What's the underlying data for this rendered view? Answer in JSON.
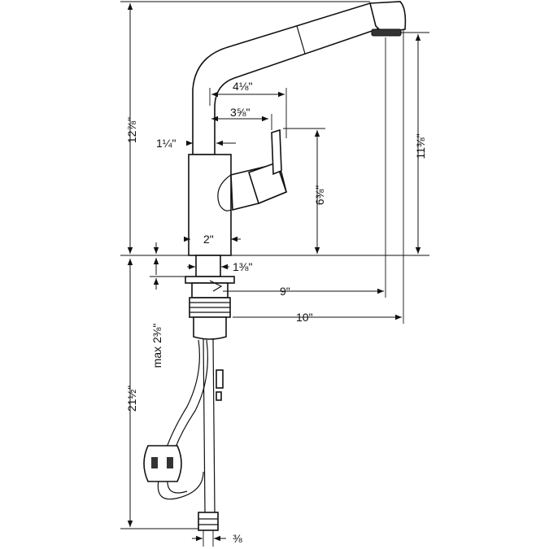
{
  "dimensions": {
    "overall_height": "12⅞\"",
    "spout_height": "11⅜\"",
    "handle_reach_outer": "4⅛\"",
    "handle_reach_inner": "3⅝\"",
    "body_offset": "1¼\"",
    "handle_height": "6⅜\"",
    "body_diameter": "2\"",
    "shank_diameter": "1⅜\"",
    "spout_reach": "9\"",
    "overall_reach": "10\"",
    "max_deck_thickness": "max 2⅜\"",
    "hose_length": "21½\"",
    "connection_size": "⅜"
  }
}
